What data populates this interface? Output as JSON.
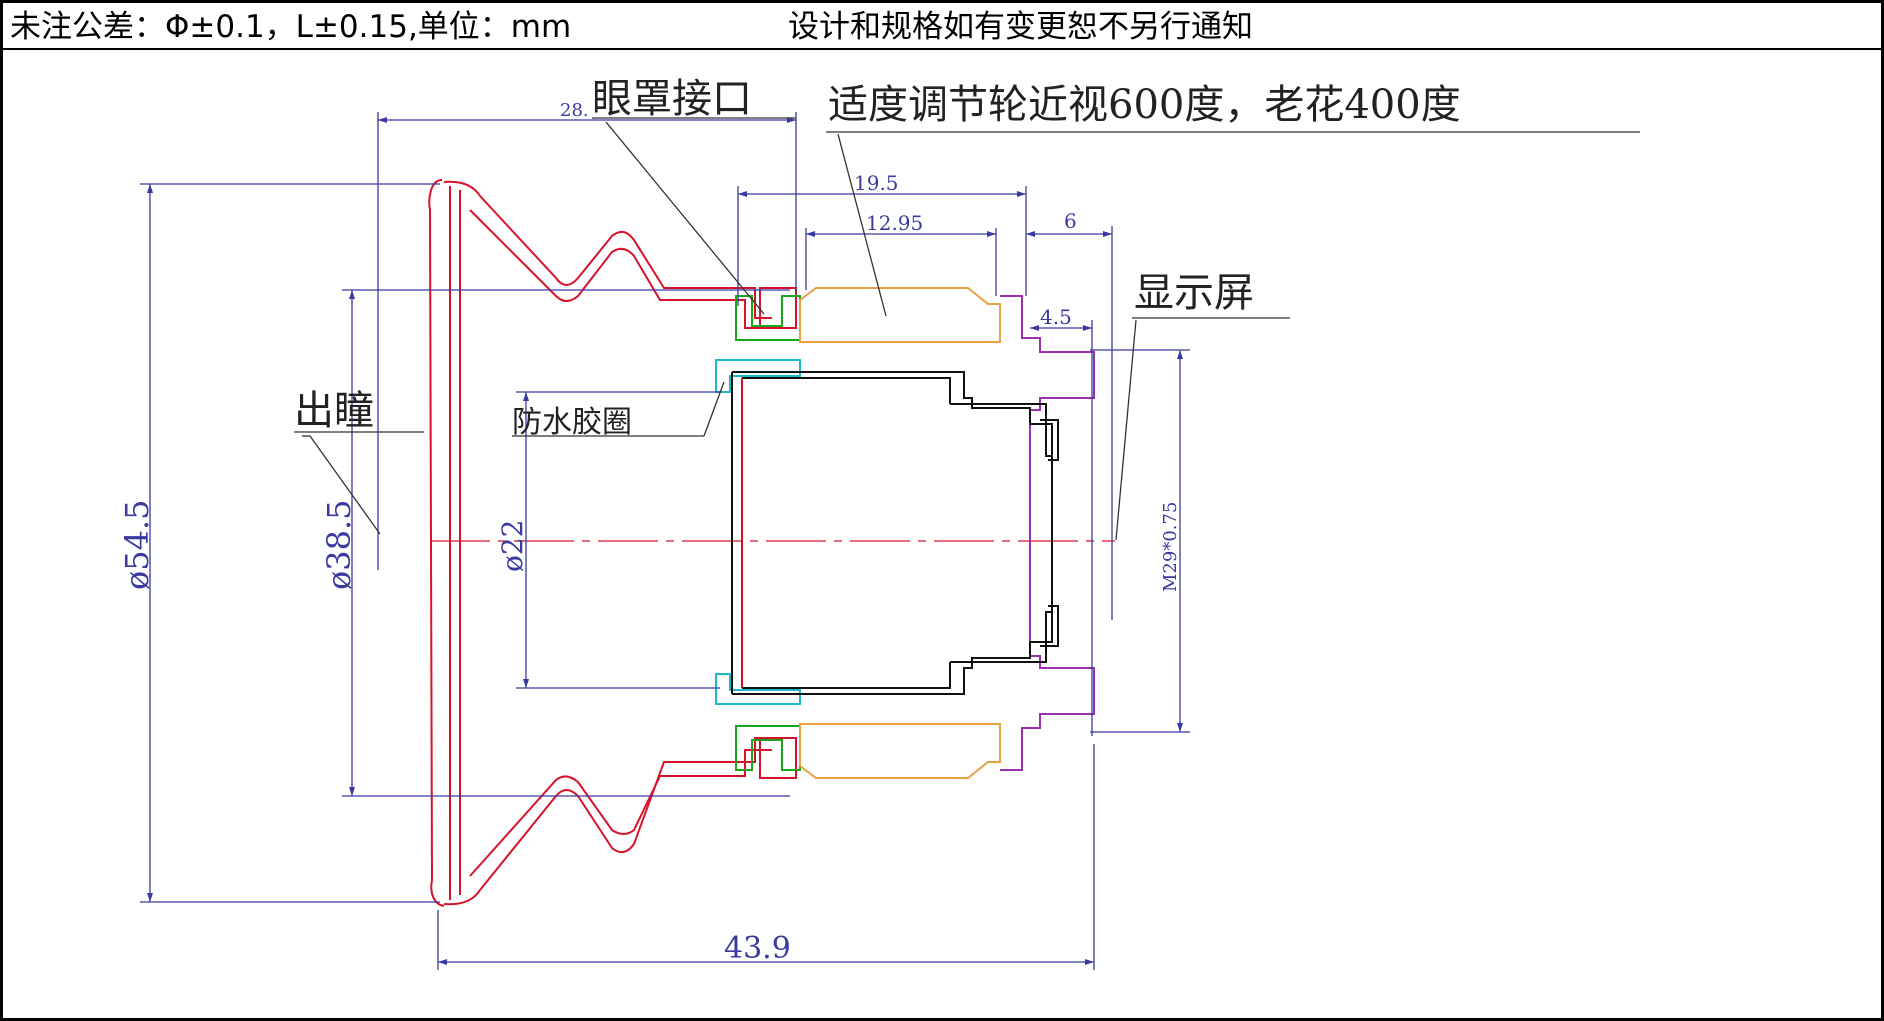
{
  "header": {
    "tolerance_note": "未注公差：Φ±0.1，L±0.15,单位：mm",
    "change_notice": "设计和规格如有变更恕不另行通知"
  },
  "labels": {
    "eyecup_interface": "眼罩接口",
    "diopter_wheel": "适度调节轮近视600度，老花400度",
    "display": "显示屏",
    "exit_pupil": "出瞳",
    "waterproof_ring": "防水胶圈"
  },
  "dimensions": {
    "d_28": "28.",
    "d_19_5": "19.5",
    "d_12_95": "12.95",
    "d_6": "6",
    "d_4_5": "4.5",
    "d_54_5": "ø54.5",
    "d_38_5": "ø38.5",
    "d_22": "ø22",
    "d_m29": "M29*0.75",
    "d_43_9": "43.9"
  },
  "colors": {
    "eyecup": "#d9122b",
    "dimension": "#3a3aa0",
    "wheel": "#e8a040",
    "housing": "#9a2fb0",
    "seal": "#19a51d",
    "gasket": "#20b7c7",
    "body": "#111111",
    "leader": "#333333"
  }
}
